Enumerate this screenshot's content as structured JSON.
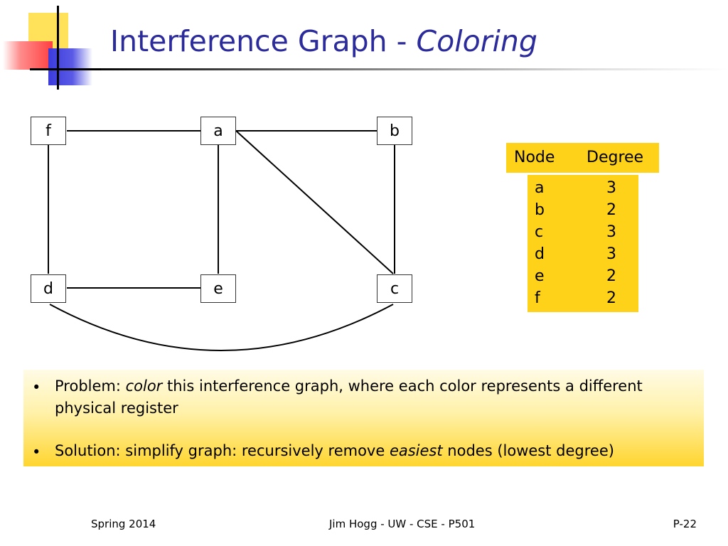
{
  "slide": {
    "title": "Interference Graph - ",
    "title_italic": "Coloring"
  },
  "graph": {
    "nodes": [
      "f",
      "a",
      "b",
      "d",
      "e",
      "c"
    ],
    "edges": [
      [
        "f",
        "a"
      ],
      [
        "a",
        "b"
      ],
      [
        "a",
        "c"
      ],
      [
        "b",
        "c"
      ],
      [
        "f",
        "d"
      ],
      [
        "a",
        "e"
      ],
      [
        "d",
        "e"
      ],
      [
        "d",
        "c"
      ]
    ]
  },
  "degree_table": {
    "headers": [
      "Node",
      "Degree"
    ],
    "rows": [
      {
        "node": "a",
        "degree": "3"
      },
      {
        "node": "b",
        "degree": "2"
      },
      {
        "node": "c",
        "degree": "3"
      },
      {
        "node": "d",
        "degree": "3"
      },
      {
        "node": "e",
        "degree": "2"
      },
      {
        "node": "f",
        "degree": "2"
      }
    ]
  },
  "bullets": [
    {
      "marker": "•",
      "pre": "Problem: ",
      "em": "color",
      "post": " this interference graph, where each color represents a different physical register"
    },
    {
      "marker": "•",
      "pre": "Solution: simplify graph: recursively remove ",
      "em": "easiest",
      "post": " nodes (lowest degree)"
    }
  ],
  "footer": {
    "left": "Spring 2014",
    "center": "Jim Hogg - UW - CSE - P501",
    "right": "P-22"
  },
  "colors": {
    "title": "#2b2b9c",
    "table_fill": "#ffd21a",
    "note_fill_bottom": "#ffd52e"
  }
}
